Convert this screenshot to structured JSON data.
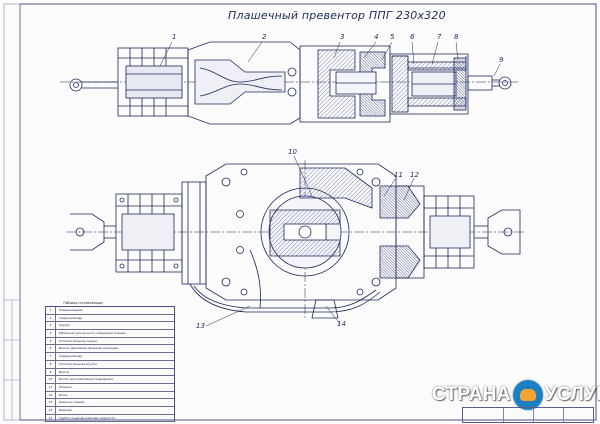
{
  "drawing": {
    "title": "Плашечный превентор ППГ 230x320",
    "callouts_top": [
      "1",
      "2",
      "3",
      "4",
      "5",
      "6",
      "7",
      "8",
      "9"
    ],
    "callouts_bottom": [
      "10",
      "11",
      "12",
      "13",
      "14"
    ]
  },
  "legend": {
    "title": "Таблица составляющих",
    "rows": [
      {
        "num": "1",
        "text": "Наименование"
      },
      {
        "num": "2",
        "text": "Гидроцилиндр"
      },
      {
        "num": "3",
        "text": "Корпус"
      },
      {
        "num": "4",
        "text": "Механизм для ручного запирания плашек"
      },
      {
        "num": "5",
        "text": "Уплотнительное кольцо"
      },
      {
        "num": "6",
        "text": "Винты крепления фланцев цилиндра"
      },
      {
        "num": "7",
        "text": "Гидроцилиндр"
      },
      {
        "num": "8",
        "text": "Уплотнительная втулка"
      },
      {
        "num": "9",
        "text": "Винты"
      },
      {
        "num": "10",
        "text": "Болты для крепления гидравлики"
      },
      {
        "num": "11",
        "text": "Плашки"
      },
      {
        "num": "12",
        "text": "Шток"
      },
      {
        "num": "13",
        "text": "Крышка плашек"
      },
      {
        "num": "14",
        "text": "Шарнир"
      },
      {
        "num": "15",
        "text": "Трубка подвода рабочей жидкости"
      }
    ]
  },
  "watermark": {
    "left": "СТРАНА",
    "right": "УСЛУГ",
    "logo_icon": "handshake-icon",
    "logo_color": "#1b7fc4"
  },
  "colors": {
    "line": "#1c2a5a",
    "hatch": "#4a5590",
    "fill": "#e6e8f2"
  }
}
